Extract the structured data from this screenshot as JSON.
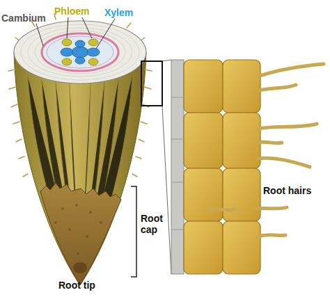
{
  "diagram": {
    "labels": [
      "Cambium",
      "Phloem",
      "Xylem",
      "Root cap",
      "Root tip",
      "Root hairs"
    ]
  }
}
